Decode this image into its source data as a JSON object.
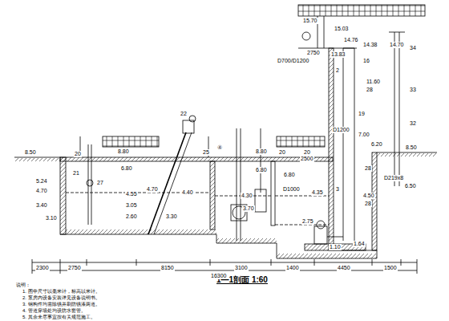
{
  "diagram": {
    "title": "1—1剖面  1:60",
    "labels": [
      "15.70",
      "15.03",
      "14.76",
      "14.38",
      "14.70",
      "34",
      "13.83",
      "2750",
      "D700/D1200",
      "16",
      "2",
      "11.60",
      "28",
      "19",
      "D1200",
      "7.00",
      "6.20",
      "28",
      "3",
      "4.50",
      "28",
      "1.64",
      "1.10",
      "33",
      "32",
      "8.50",
      "D219x8",
      "6.50",
      "8.50",
      "20",
      "21",
      "5.24",
      "4.70",
      "3.40",
      "3.10",
      "22",
      "8.80",
      "6.80",
      "27",
      "4.55",
      "4.70",
      "3.05",
      "2.60",
      "3.30",
      "4.40",
      "4.30",
      "3.70",
      "8.80",
      "25",
      "④",
      "20",
      "20",
      "2500",
      "6.80",
      "6.80",
      "D1000",
      "4.35",
      "2.75",
      "2300",
      "2750",
      "8150",
      "3100",
      "1400",
      "4450",
      "1500",
      "16300",
      "说明：",
      "1. 图中尺寸以毫米计，标高以米计。",
      "2. 泵房内设备安装详见设备说明书。",
      "3. 钢构件均需除锈并刷防锈漆两道。",
      "4. 管道穿墙处均设防水套管。",
      "5. 其余未尽事宜按有关规范施工。"
    ]
  }
}
